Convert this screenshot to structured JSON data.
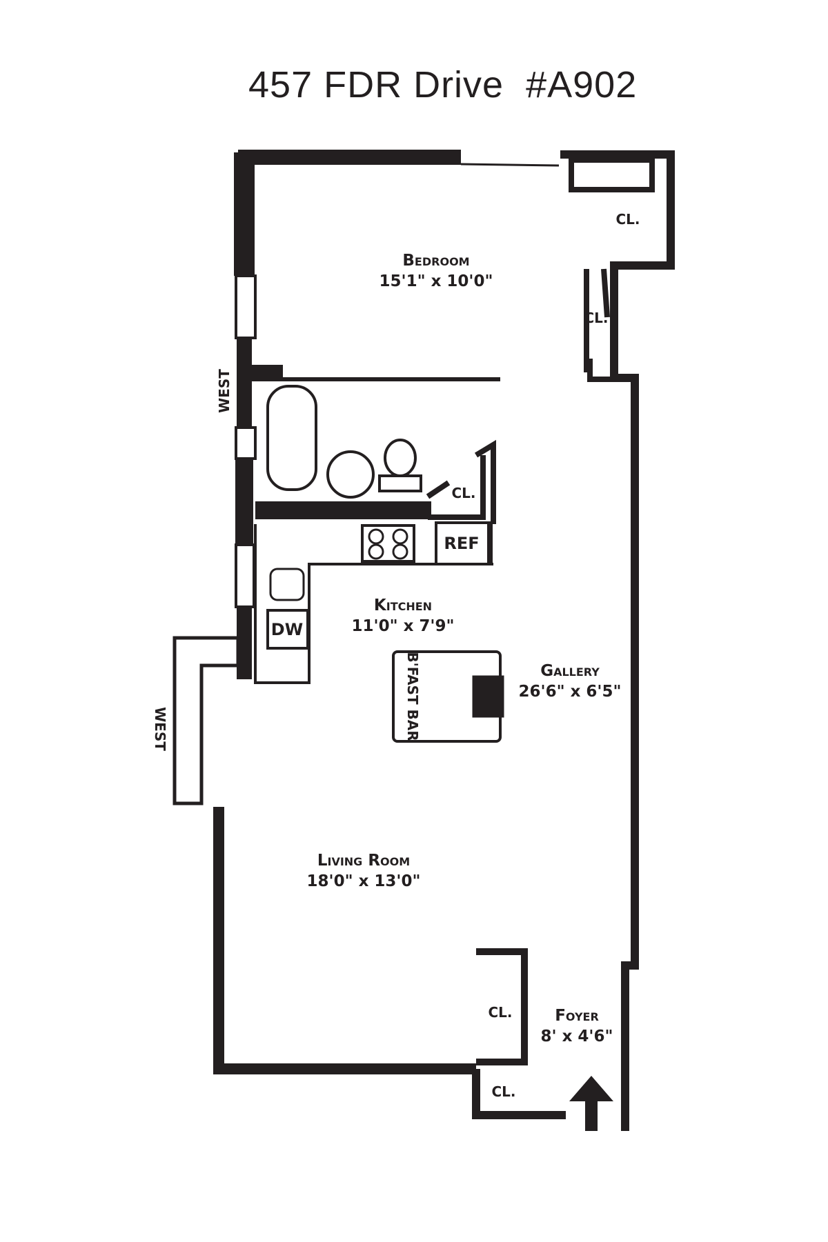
{
  "title": "457 FDR Drive  #A902",
  "colors": {
    "ink": "#231f20",
    "paper": "#ffffff"
  },
  "rooms": {
    "bedroom": {
      "name": "Bedroom",
      "dims": "15'1\" x 10'0\""
    },
    "kitchen": {
      "name": "Kitchen",
      "dims": "11'0\" x 7'9\""
    },
    "gallery": {
      "name": "Gallery",
      "dims": "26'6\" x 6'5\""
    },
    "living": {
      "name": "Living Room",
      "dims": "18'0\" x 13'0\""
    },
    "foyer": {
      "name": "Foyer",
      "dims": "8' x 4'6\""
    }
  },
  "closet_label": "CL.",
  "appliances": {
    "refrigerator": "REF",
    "dishwasher": "DW",
    "breakfast_bar": "B'FAST BAR"
  },
  "orientation": {
    "west_upper": "WEST",
    "west_lower": "WEST"
  },
  "icons": {
    "entry": "entry-arrow-icon",
    "toilet": "toilet-icon",
    "tub": "bathtub-icon",
    "sink": "sink-icon",
    "stove": "stove-icon"
  }
}
